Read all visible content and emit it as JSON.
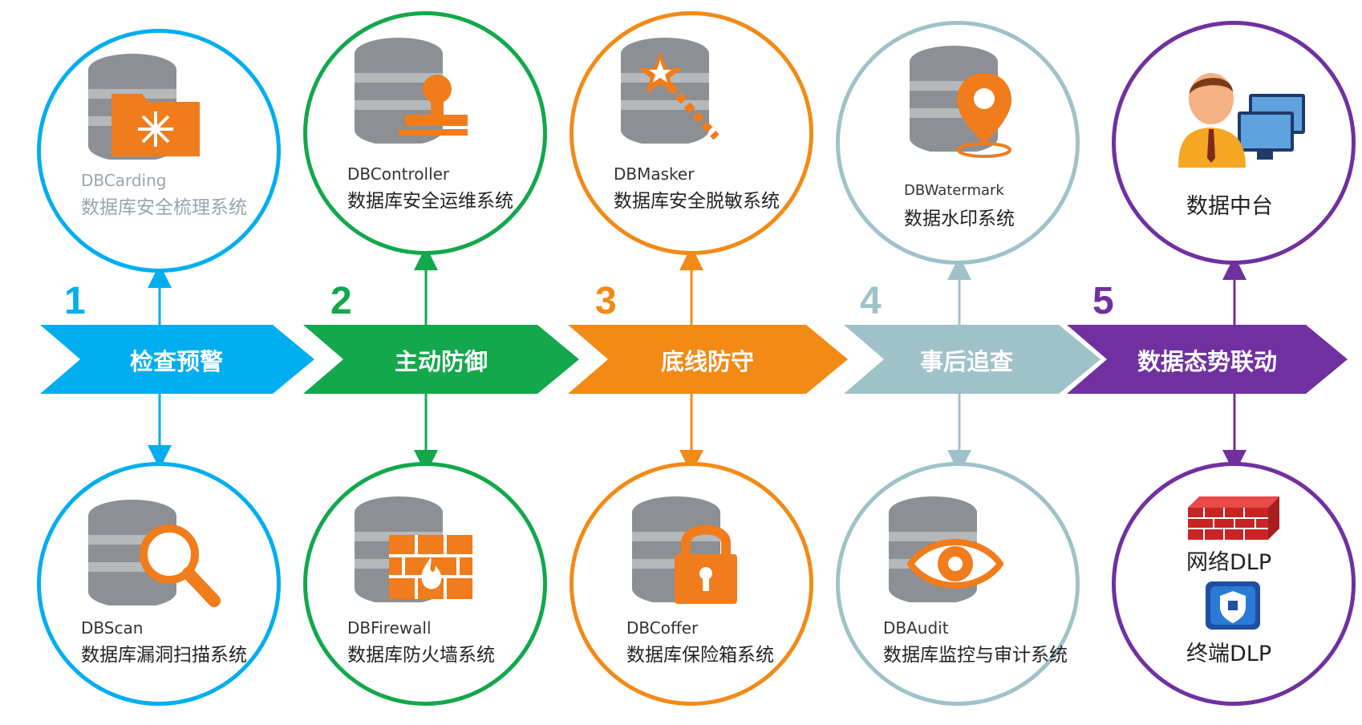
{
  "stages": [
    {
      "number": "1",
      "label": "检查预警",
      "color": "#00aeef",
      "top": {
        "en": "DBCarding",
        "cn": "数据库安全梳理系统",
        "icon": "folder-icon"
      },
      "bottom": {
        "en": "DBScan",
        "cn": "数据库漏洞扫描系统",
        "icon": "magnifier-icon"
      }
    },
    {
      "number": "2",
      "label": "主动防御",
      "color": "#12a84b",
      "top": {
        "en": "DBController",
        "cn": "数据库安全运维系统",
        "icon": "stamp-icon"
      },
      "bottom": {
        "en": "DBFirewall",
        "cn": "数据库防火墙系统",
        "icon": "firewall-icon"
      }
    },
    {
      "number": "3",
      "label": "底线防守",
      "color": "#f28a15",
      "top": {
        "en": "DBMasker",
        "cn": "数据库安全脱敏系统",
        "icon": "magic-wand-icon"
      },
      "bottom": {
        "en": "DBCoffer",
        "cn": "数据库保险箱系统",
        "icon": "padlock-icon"
      }
    },
    {
      "number": "4",
      "label": "事后追查",
      "color": "#9fc2c9",
      "top": {
        "en": "DBWatermark",
        "cn": "数据水印系统",
        "icon": "location-pin-icon"
      },
      "bottom": {
        "en": "DBAudit",
        "cn": "数据库监控与审计系统",
        "icon": "eye-icon"
      }
    },
    {
      "number": "5",
      "label": "数据态势联动",
      "color": "#7030a0",
      "top": {
        "cn": "数据中台",
        "icon": "user-monitors-icon"
      },
      "bottom": {
        "items": [
          {
            "cn": "网络DLP",
            "icon": "brick-wall-icon"
          },
          {
            "cn": "终端DLP",
            "icon": "endpoint-shield-icon"
          }
        ]
      }
    }
  ]
}
